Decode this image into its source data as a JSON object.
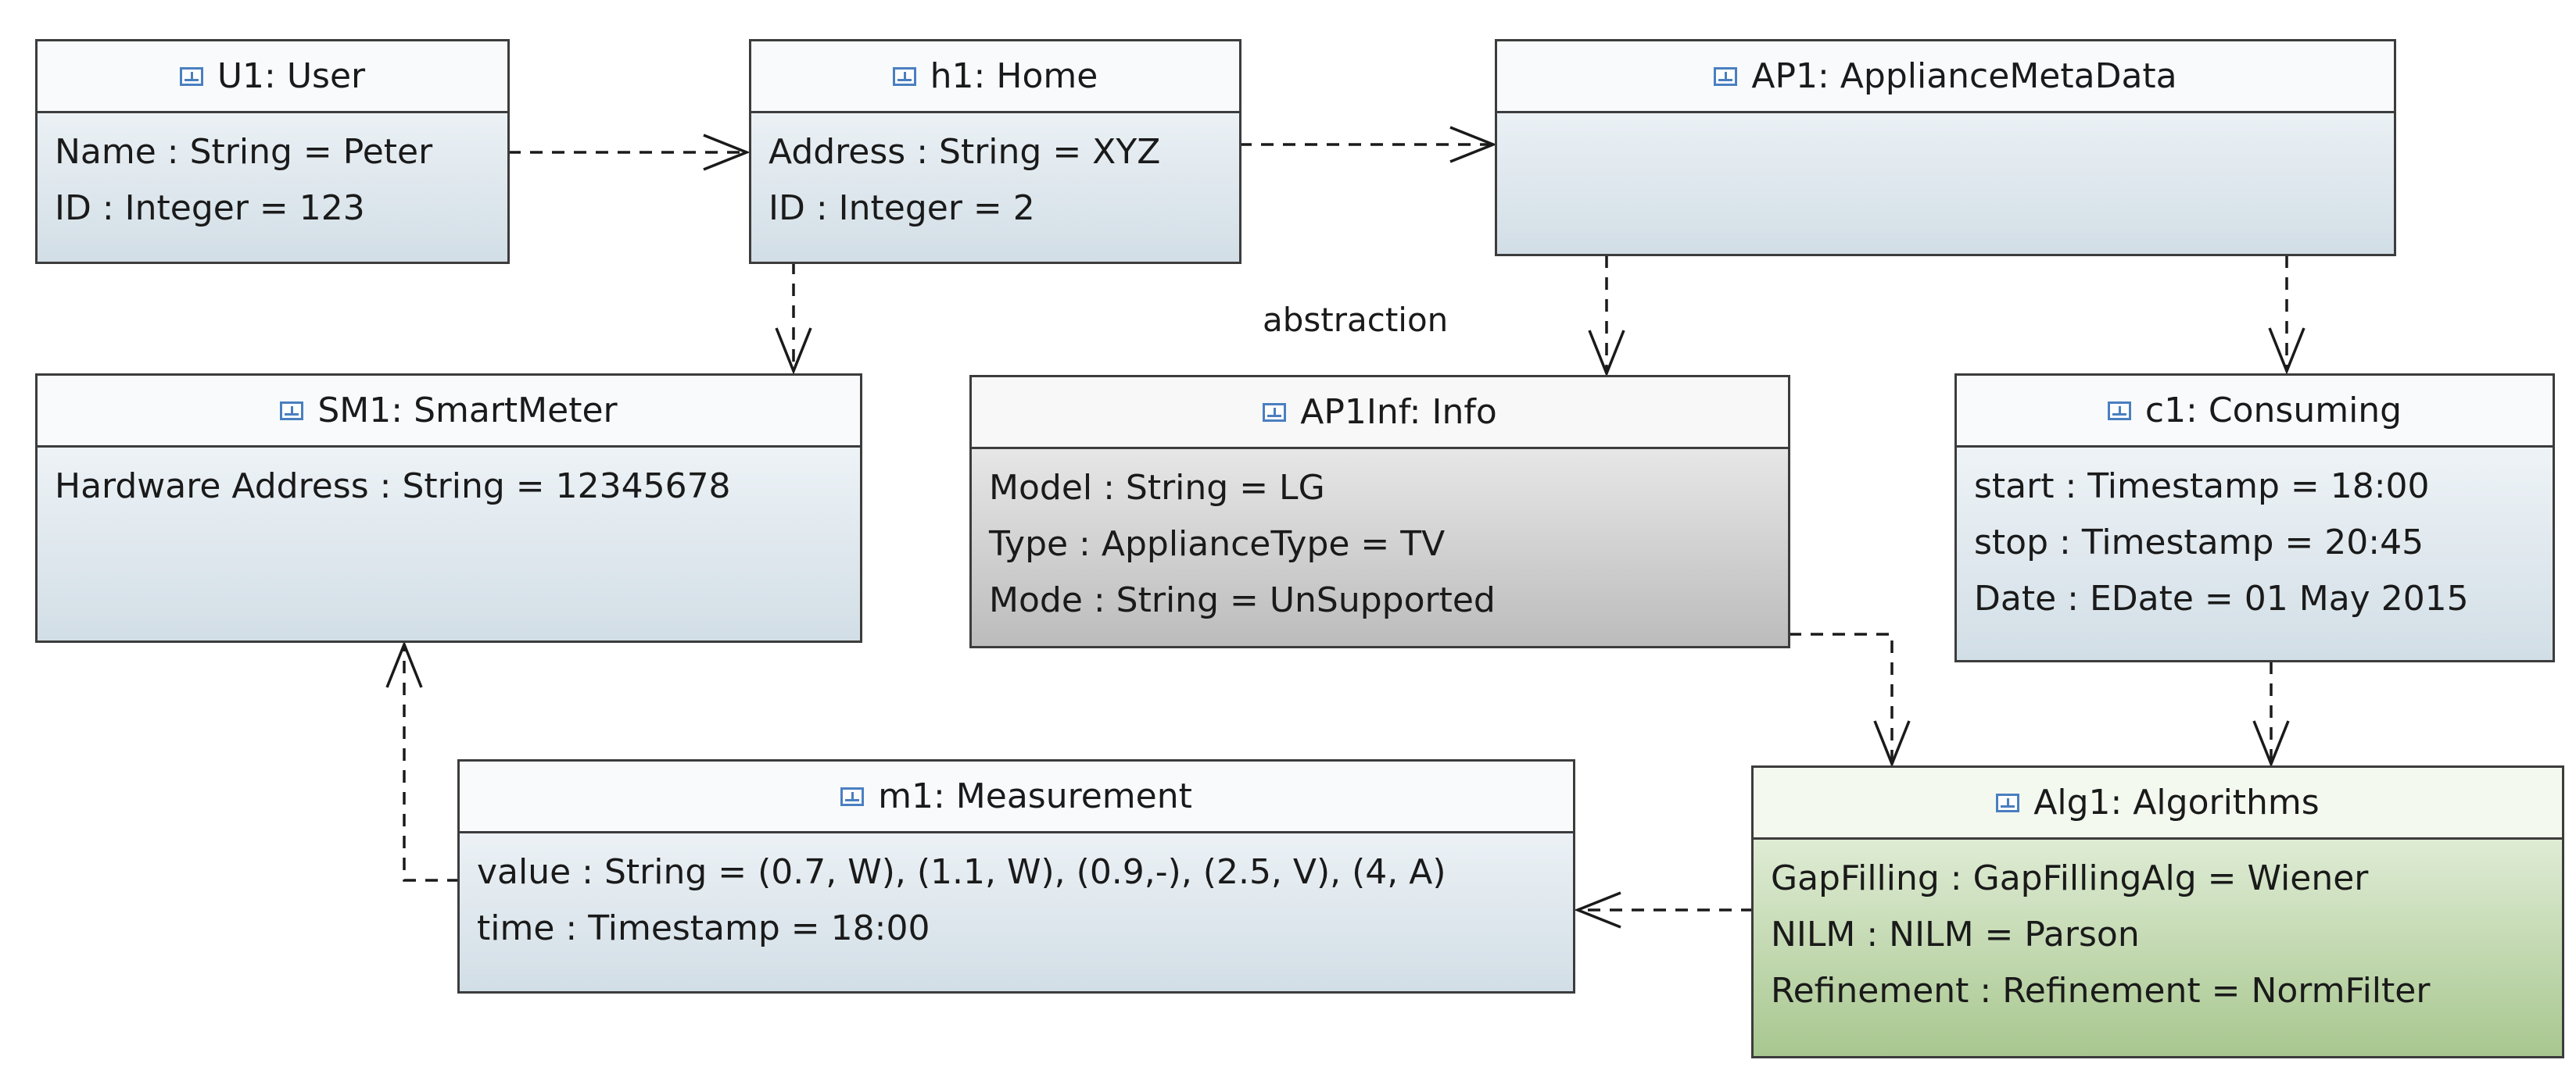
{
  "colors": {
    "border": "#3c3c3c",
    "blue_fill": "#d2dee6",
    "gray_fill": "#bcbcbc",
    "green_fill": "#a8c78f",
    "icon": "#4a7fc0"
  },
  "icon": "object-instance-icon",
  "nodes": {
    "u1": {
      "title": "U1: User",
      "attrs": [
        "Name : String = Peter",
        "ID : Integer = 123"
      ]
    },
    "h1": {
      "title": "h1: Home",
      "attrs": [
        "Address : String = XYZ",
        "ID : Integer = 2"
      ]
    },
    "ap1": {
      "title": "AP1: ApplianceMetaData",
      "attrs": []
    },
    "sm1": {
      "title": "SM1: SmartMeter",
      "attrs": [
        "Hardware Address : String = 12345678"
      ]
    },
    "ap1inf": {
      "title": "AP1Inf: Info",
      "attrs": [
        "Model : String = LG",
        "Type : ApplianceType = TV",
        "Mode : String = UnSupported"
      ]
    },
    "c1": {
      "title": "c1: Consuming",
      "attrs": [
        "start : Timestamp = 18:00",
        "stop : Timestamp = 20:45",
        "Date : EDate = 01 May 2015"
      ]
    },
    "m1": {
      "title": "m1: Measurement",
      "attrs": [
        "value : String = (0.7, W), (1.1, W), (0.9,-), (2.5, V), (4, A)",
        "time : Timestamp = 18:00"
      ]
    },
    "alg1": {
      "title": "Alg1: Algorithms",
      "attrs": [
        "GapFilling : GapFillingAlg = Wiener",
        "NILM : NILM = Parson",
        "Refinement : Refinement = NormFilter"
      ]
    }
  },
  "edges": [
    {
      "from": "u1",
      "to": "h1"
    },
    {
      "from": "h1",
      "to": "ap1"
    },
    {
      "from": "h1",
      "to": "sm1"
    },
    {
      "from": "ap1",
      "to": "ap1inf",
      "label": "abstraction"
    },
    {
      "from": "ap1",
      "to": "c1"
    },
    {
      "from": "ap1inf",
      "to": "alg1"
    },
    {
      "from": "c1",
      "to": "alg1"
    },
    {
      "from": "m1",
      "to": "sm1"
    },
    {
      "from": "alg1",
      "to": "m1"
    }
  ]
}
